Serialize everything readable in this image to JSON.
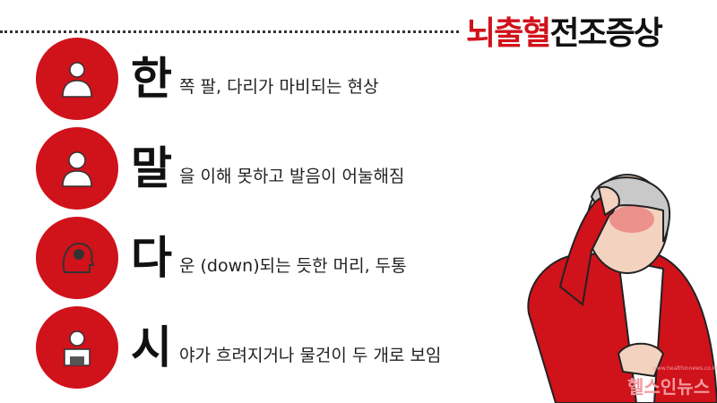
{
  "header": {
    "title_highlight": "뇌출혈",
    "title_rest": "전조증상"
  },
  "items": [
    {
      "initial": "한",
      "text": "쪽 팔, 다리가 마비되는 현상",
      "icon": "person-arm-numb-icon"
    },
    {
      "initial": "말",
      "text": "을 이해 못하고 발음이 어눌해짐",
      "icon": "person-speech-icon"
    },
    {
      "initial": "다",
      "text": "운 (down)되는 듯한 머리, 두통",
      "icon": "head-pain-icon"
    },
    {
      "initial": "시",
      "text": "야가 흐려지거나 물건이 두 개로 보임",
      "icon": "person-vision-icon"
    }
  ],
  "watermark": {
    "logo": "헬스인뉴스",
    "url": "www.healthinnews.co.kr"
  },
  "colors": {
    "accent": "#d0121b"
  }
}
